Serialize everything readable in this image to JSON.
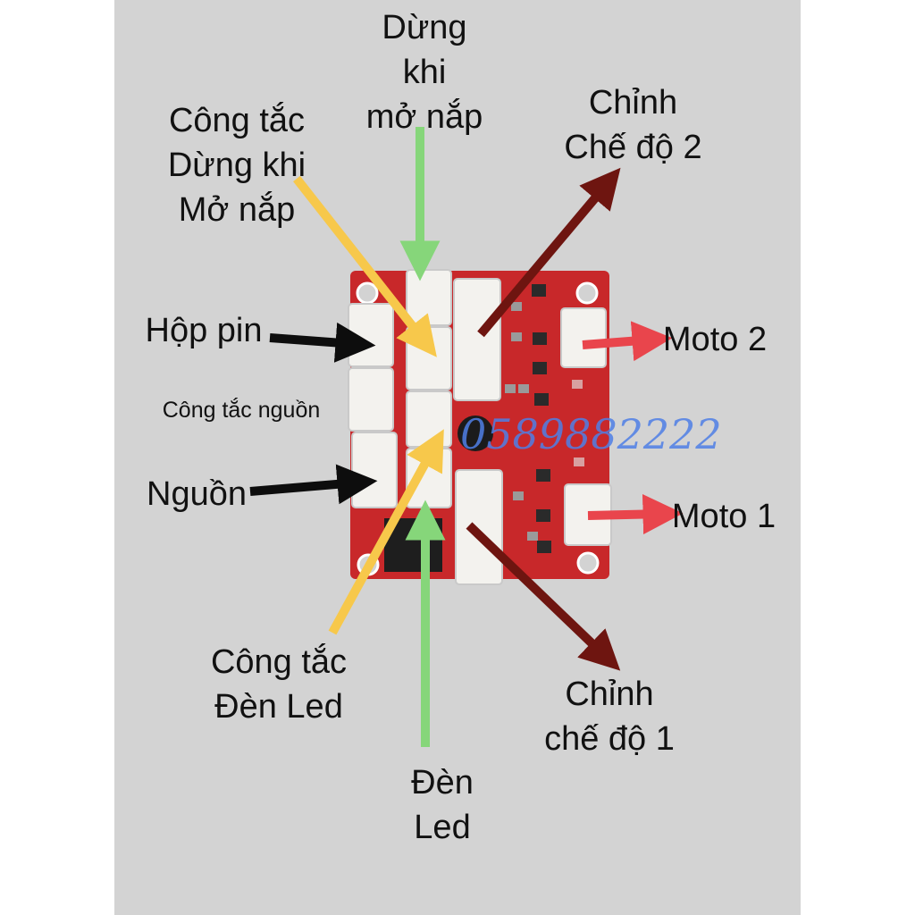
{
  "labels": {
    "dung_khi_mo_nap": [
      "Dừng",
      "khi",
      "mở nắp"
    ],
    "cong_tac_dung_khi_mo_nap": [
      "Công tắc",
      "Dừng khi",
      "Mở nắp"
    ],
    "chinh_che_do_2": [
      "Chỉnh",
      "Chế độ 2"
    ],
    "hop_pin": "Hộp pin",
    "moto_2": "Moto 2",
    "cong_tac_nguon": "Công tắc nguồn",
    "nguon": "Nguồn",
    "moto_1": "Moto 1",
    "cong_tac_den_led": [
      "Công tắc",
      "Đèn Led"
    ],
    "chinh_che_do_1": [
      "Chỉnh",
      "chế độ 1"
    ],
    "den_led": [
      "Đèn",
      "Led"
    ]
  },
  "watermark": "0589882222",
  "colors": {
    "paper": "#d3d3d3",
    "board": "#c8282a",
    "connector": "#f3f2ee",
    "arrow_yellow": "#f7c84b",
    "arrow_green": "#86d67a",
    "arrow_darkred": "#6e1510",
    "arrow_black": "#0d0d0d",
    "arrow_red": "#e9454c",
    "watermark": "#4f7fe6"
  }
}
